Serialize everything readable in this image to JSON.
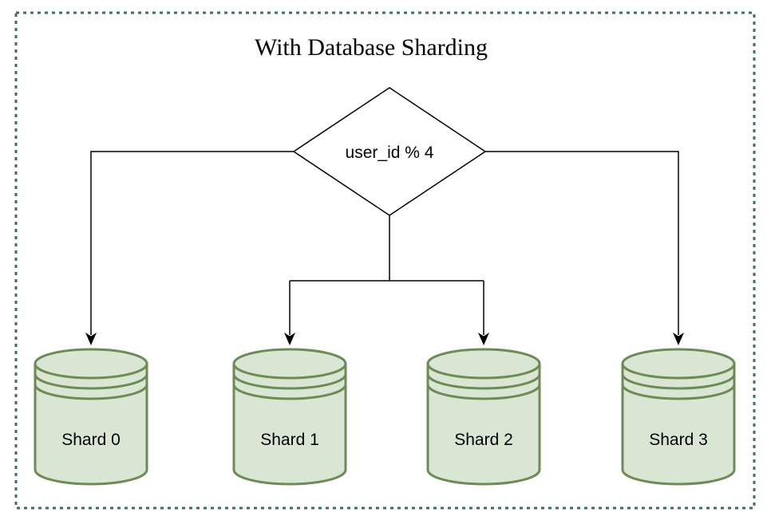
{
  "diagram": {
    "title": "With Database Sharding",
    "decision_label": "user_id % 4",
    "shards": [
      {
        "label": "Shard 0"
      },
      {
        "label": "Shard 1"
      },
      {
        "label": "Shard 2"
      },
      {
        "label": "Shard 3"
      }
    ]
  },
  "colors": {
    "background": "#ffffff",
    "border_dash": "#3d6e64",
    "connector": "#000000",
    "diamond_fill": "#ffffff",
    "diamond_stroke": "#000000",
    "cylinder_fill": "#d9e6d3",
    "cylinder_stroke": "#6d8b54",
    "text": "#000000"
  }
}
